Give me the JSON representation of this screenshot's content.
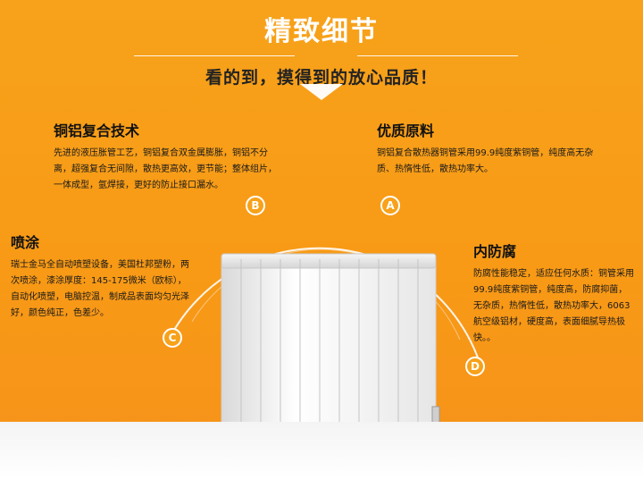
{
  "header": {
    "title": "精致细节",
    "subtitle": "看的到，摸得到的放心品质！"
  },
  "features": {
    "copper_aluminum": {
      "title": "铜铝复合技术",
      "text": "先进的液压胀管工艺，铜铝复合双金属膨胀，铜铝不分离，超强复合无间隙，散热更高效，更节能；整体组片，一体成型，氩焊接，更好的防止接口漏水。"
    },
    "materials": {
      "title": "优质原料",
      "text": "铜铝复合散热器铜管采用99.9纯度紫铜管，纯度高无杂质、热惰性低，散热功率大。"
    },
    "spraying": {
      "title": "喷涂",
      "text": "瑞士金马全自动喷塑设备，美国杜邦塑粉，两次喷涂，漆涂厚度：145-175微米（欧标），自动化喷塑，电脑控温，制成品表面均匀光泽好，颜色纯正，色差少。"
    },
    "anticorrosion": {
      "title": "内防腐",
      "text": "防腐性能稳定，适应任何水质：铜管采用99.9纯度紫铜管，纯度高，防腐抑菌，无杂质，热惰性低，散热功率大，6063航空级铝材，硬度高，表面细腻导热极快。。"
    }
  },
  "badges": {
    "a": "A",
    "b": "B",
    "c": "C",
    "d": "D"
  },
  "colors": {
    "background": "#f7a21a",
    "text": "#1a1a1a",
    "title": "#ffffff"
  }
}
